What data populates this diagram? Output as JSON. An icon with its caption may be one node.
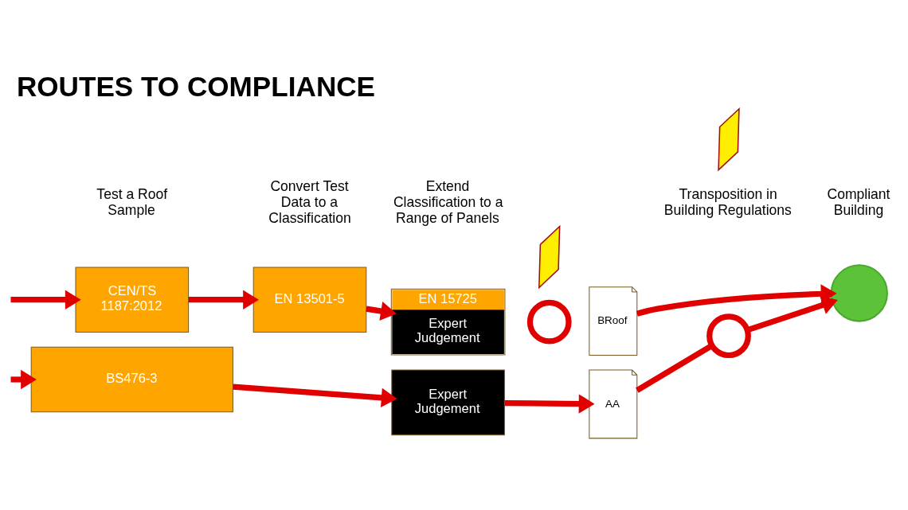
{
  "diagram": {
    "title": "ROUTES TO COMPLIANCE",
    "nodes": [
      {
        "text": [
          "CEN/TS 1187:2012"
        ]
      },
      {
        "text": [
          "EN 13501-5"
        ]
      },
      {
        "text": [
          "EN 15725",
          "Expert Judgement"
        ]
      },
      {
        "text": [],
        "shape": "circle"
      },
      {
        "text": [
          "BRoof"
        ]
      },
      {
        "text": [],
        "shape": "circle"
      },
      {
        "text": [],
        "shape": "circle"
      },
      {
        "text": [
          "BS476-3"
        ]
      },
      {
        "text": [
          "Expert Judgement"
        ]
      },
      {
        "text": [
          "AA"
        ]
      },
      {
        "text": [],
        "shape": "lightning"
      },
      {
        "text": [],
        "shape": "lightning"
      }
    ],
    "edges": [
      {
        "from": null,
        "to": 0,
        "arrow": "to"
      },
      {
        "from": 0,
        "to": 1,
        "arrow": "to"
      },
      {
        "from": 1,
        "to": 2,
        "arrow": "to"
      },
      {
        "from": 4,
        "to": 6,
        "arrow": "to"
      },
      {
        "from": null,
        "to": 7,
        "arrow": "to"
      },
      {
        "from": 7,
        "to": 8,
        "arrow": "to"
      },
      {
        "from": 8,
        "to": 9,
        "arrow": "to"
      },
      {
        "from": 9,
        "to": 5,
        "arrow": "none"
      },
      {
        "from": 5,
        "to": 6,
        "arrow": "to"
      }
    ],
    "labels": [
      "Test a Roof Sample",
      "Convert Test Data to a Classification",
      "Extend Classification to a Range of Panels",
      "Transposition in Building Regulations",
      "Compliant Building"
    ]
  }
}
